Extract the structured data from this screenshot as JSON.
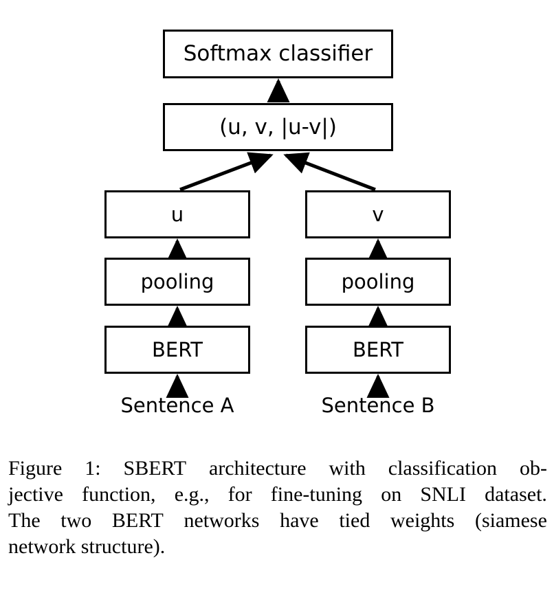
{
  "figure": {
    "type": "architecture-diagram",
    "title": "SBERT architecture with classification objective function",
    "nodes": {
      "softmax": "Softmax classifier",
      "concat": "(u, v, |u-v|)",
      "u": "u",
      "v": "v",
      "pooling_a": "pooling",
      "pooling_b": "pooling",
      "bert_a": "BERT",
      "bert_b": "BERT"
    },
    "inputs": {
      "sentence_a": "Sentence A",
      "sentence_b": "Sentence B"
    },
    "edges": [
      {
        "from": "sentence_a",
        "to": "bert_a",
        "style": "arrow-up"
      },
      {
        "from": "bert_a",
        "to": "pooling_a",
        "style": "arrow-up"
      },
      {
        "from": "pooling_a",
        "to": "u",
        "style": "arrow-up"
      },
      {
        "from": "u",
        "to": "concat",
        "style": "arrow-diagonal"
      },
      {
        "from": "sentence_b",
        "to": "bert_b",
        "style": "arrow-up"
      },
      {
        "from": "bert_b",
        "to": "pooling_b",
        "style": "arrow-up"
      },
      {
        "from": "pooling_b",
        "to": "v",
        "style": "arrow-up"
      },
      {
        "from": "v",
        "to": "concat",
        "style": "arrow-diagonal"
      },
      {
        "from": "concat",
        "to": "softmax",
        "style": "arrow-up"
      }
    ],
    "colors": {
      "stroke": "#000000",
      "fill": "#ffffff",
      "text": "#000000"
    }
  },
  "caption": {
    "lines": [
      "Figure 1:  SBERT architecture with classification ob-",
      "jective function, e.g., for fine-tuning on SNLI dataset.",
      "The two BERT networks have tied weights (siamese",
      "network structure)."
    ],
    "full_text": "Figure 1: SBERT architecture with classification objective function, e.g., for fine-tuning on SNLI dataset. The two BERT networks have tied weights (siamese network structure)."
  }
}
